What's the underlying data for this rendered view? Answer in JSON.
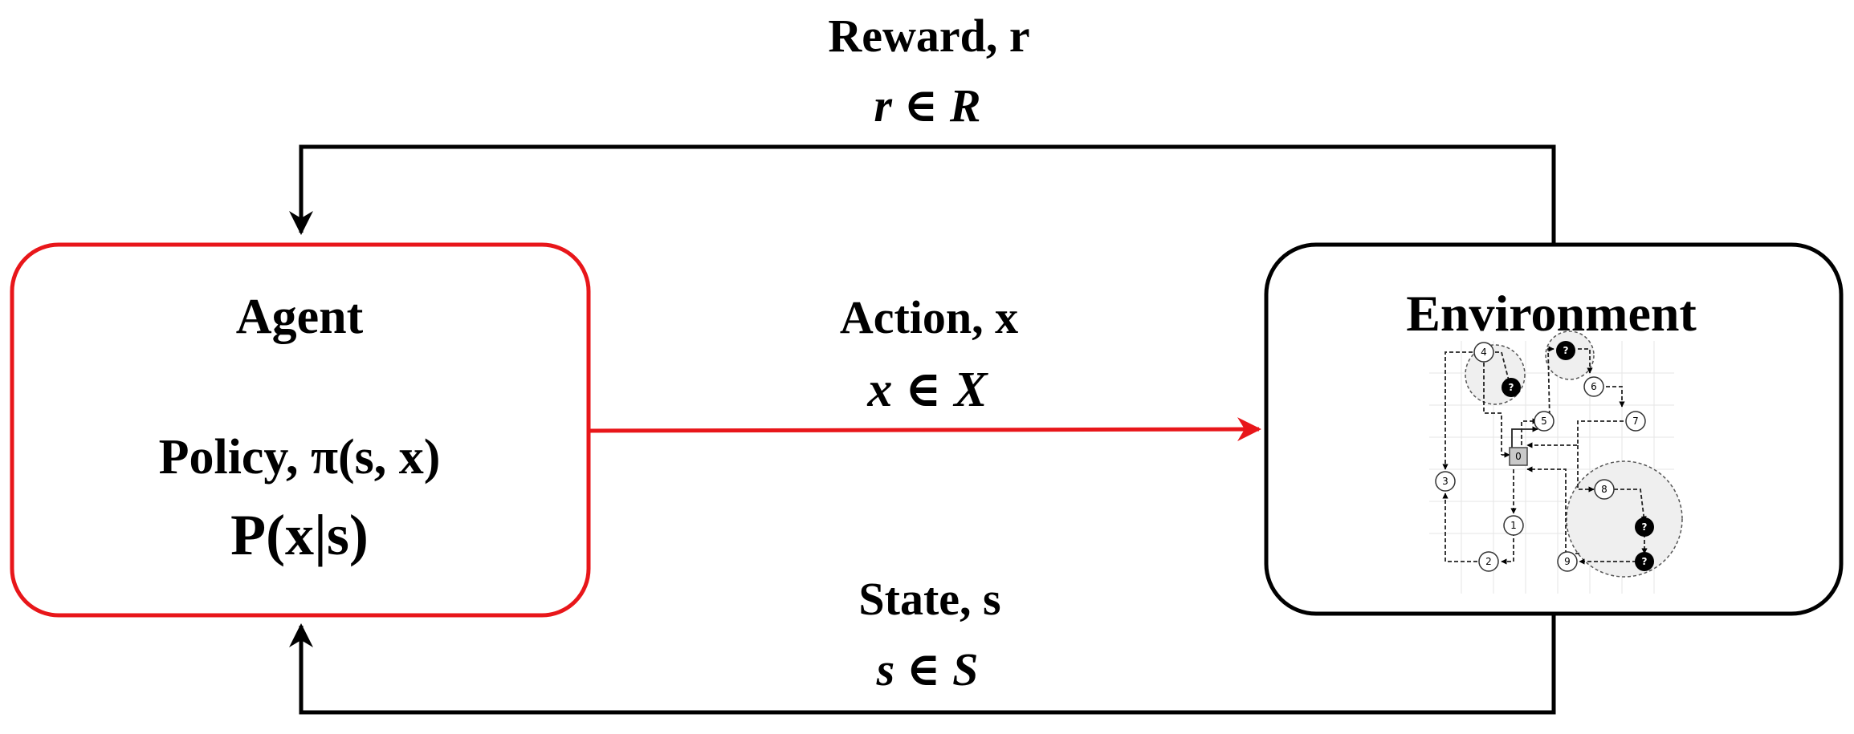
{
  "diagram": {
    "reward": {
      "title": "Reward, r",
      "formula": "r ∈ R"
    },
    "action": {
      "title": "Action, x",
      "formula": "x ∈ X"
    },
    "state": {
      "title": "State, s",
      "formula": "s ∈ S"
    },
    "agent": {
      "title": "Agent",
      "policy": "Policy, π(s, x)",
      "probability": "P(x|s)"
    },
    "environment": {
      "title": "Environment",
      "graph_nodes": [
        "4",
        "?",
        "?",
        "6",
        "5",
        "7",
        "0",
        "3",
        "8",
        "1",
        "?",
        "2",
        "9",
        "?"
      ]
    },
    "colors": {
      "agent_border": "#e8161a",
      "action_arrow": "#e8161a",
      "environment_border": "#000000",
      "loop_lines": "#000000"
    }
  }
}
